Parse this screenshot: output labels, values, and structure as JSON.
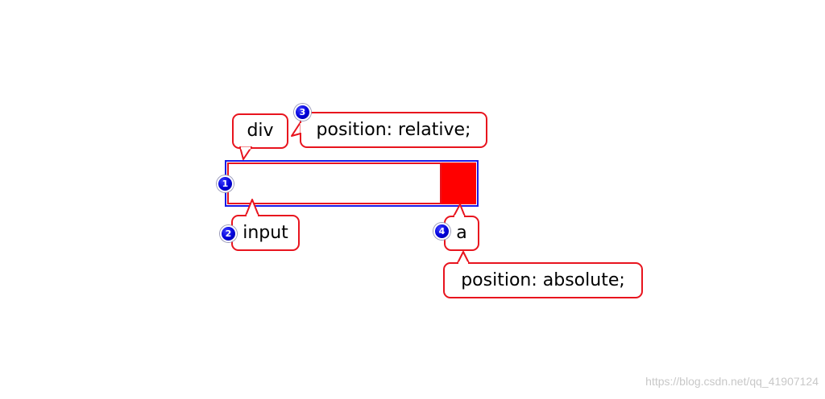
{
  "callouts": {
    "div": "div",
    "relative": "position: relative;",
    "input": "input",
    "a": "a",
    "absolute": "position: absolute;"
  },
  "markers": [
    "1",
    "2",
    "3",
    "4"
  ],
  "colors": {
    "callout_border": "#e8141e",
    "div_border": "#1a1ae6",
    "input_border": "#e8141e",
    "a_fill": "#ff0000",
    "marker_fill": "#0000d8"
  },
  "watermark": "https://blog.csdn.net/qq_41907124"
}
